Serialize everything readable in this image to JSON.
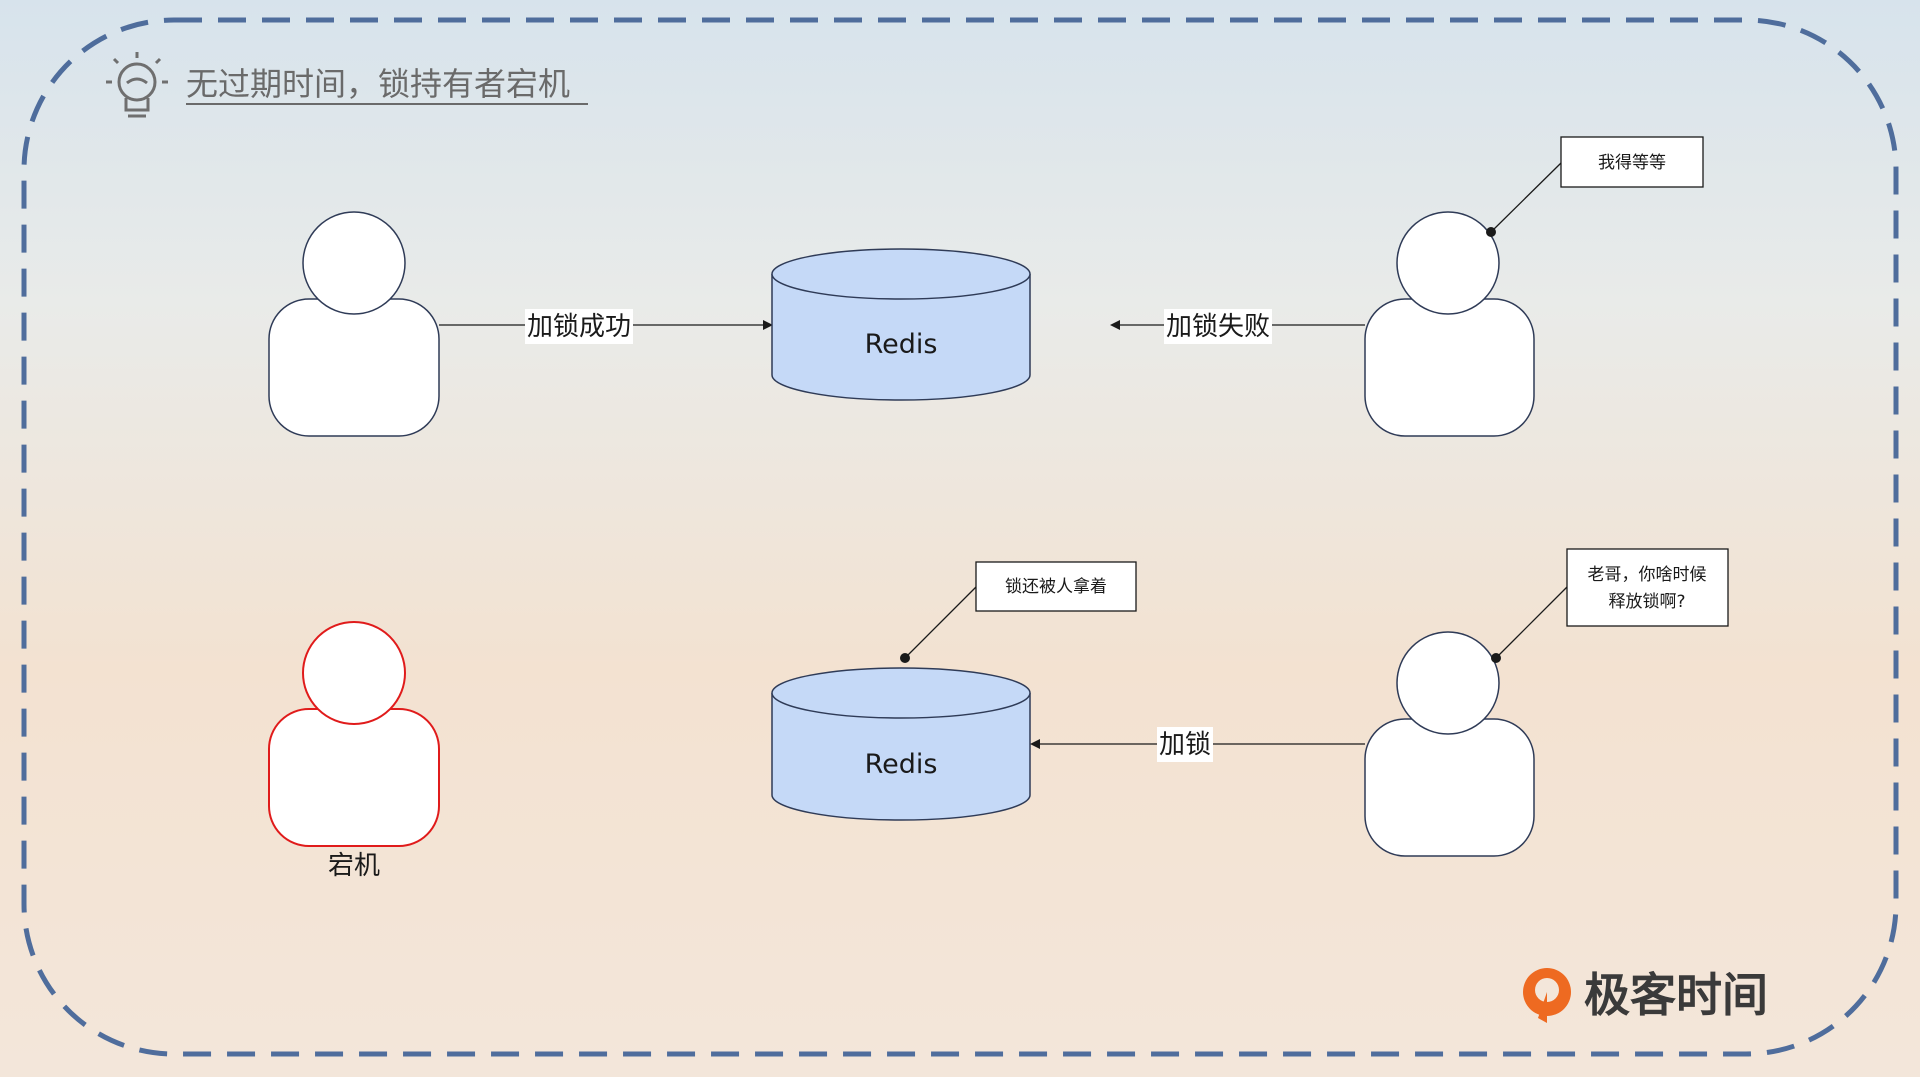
{
  "title": "无过期时间，锁持有者宕机",
  "colors": {
    "frame": "#4f6d9c",
    "cylinder_fill": "#c5d9f7",
    "crashed_outline": "#e01b1b",
    "brand_orange": "#ee6a21",
    "text": "#1a1a1a",
    "title_text": "#6a6a6a"
  },
  "top_row": {
    "left_edge_label": "加锁成功",
    "redis_label": "Redis",
    "right_edge_label": "加锁失败",
    "right_callout": "我得等等"
  },
  "bottom_row": {
    "crashed_label": "宕机",
    "redis_label": "Redis",
    "redis_callout": "锁还被人拿着",
    "edge_label": "加锁",
    "right_callout_line1": "老哥，你啥时候",
    "right_callout_line2": "释放锁啊?"
  },
  "brand": {
    "name": "极客时间",
    "icon": "geektime-logo-icon"
  },
  "title_icon": "lightbulb-icon"
}
